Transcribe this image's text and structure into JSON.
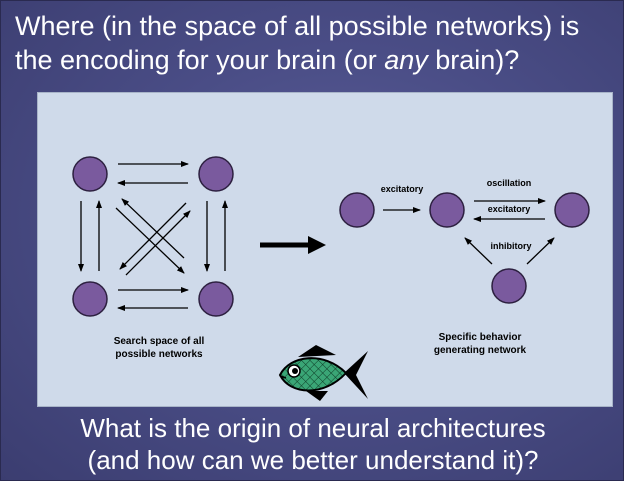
{
  "title": {
    "line1": "Where (in the space of all possible networks) is",
    "line2_pre": "the encoding for your brain (or ",
    "line2_italic": "any",
    "line2_post": " brain)?"
  },
  "diagram": {
    "left_caption_line1": "Search space of all",
    "left_caption_line2": "possible networks",
    "right_caption_line1": "Specific behavior",
    "right_caption_line2": "generating network",
    "edge_labels": {
      "excitatory_left": "excitatory",
      "oscillation": "oscillation",
      "excitatory_right": "excitatory",
      "inhibitory": "inhibitory"
    },
    "colors": {
      "node_fill": "#7a5a9e",
      "panel_bg": "#cfdaea",
      "fish_body": "#3aa676"
    }
  },
  "bottom": {
    "line1": "What is the origin of neural architectures",
    "line2": "(and how can we better understand it)?"
  }
}
